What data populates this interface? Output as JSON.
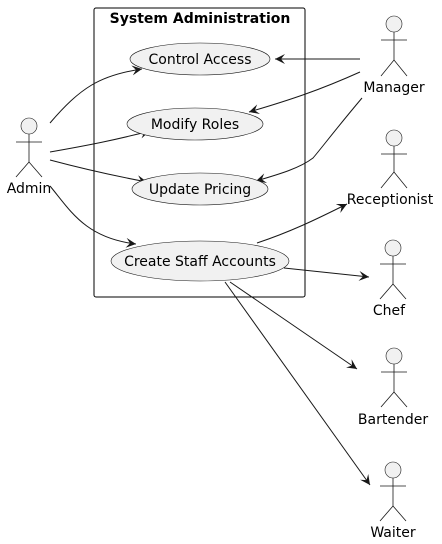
{
  "system": {
    "title": "System Administration"
  },
  "use_cases": {
    "control_access": "Control Access",
    "modify_roles": "Modify Roles",
    "update_pricing": "Update Pricing",
    "create_staff_accounts": "Create Staff Accounts"
  },
  "actors": {
    "admin": "Admin",
    "manager": "Manager",
    "receptionist": "Receptionist",
    "chef": "Chef",
    "bartender": "Bartender",
    "waiter": "Waiter"
  },
  "colors": {
    "element_fill": "#f1f1f1",
    "stroke": "#181818",
    "background": "#ffffff"
  }
}
